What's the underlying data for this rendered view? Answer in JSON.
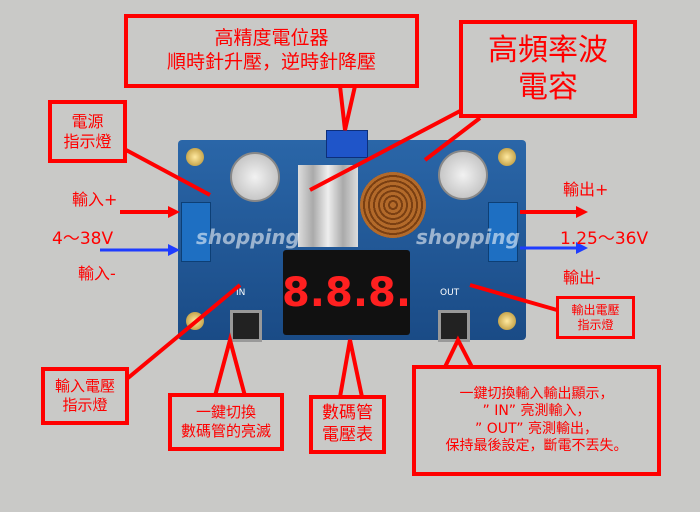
{
  "callouts": {
    "potentiometer": {
      "line1": "高精度電位器",
      "line2": "順時針升壓，逆時針降壓"
    },
    "capacitor": {
      "line1": "高頻率波",
      "line2": "電容"
    },
    "power_led": {
      "line1": "電源",
      "line2": "指示燈"
    },
    "input_led": {
      "line1": "輸入電壓",
      "line2": "指示燈"
    },
    "display_toggle": {
      "line1": "一鍵切換",
      "line2": "數碼管的亮滅"
    },
    "voltmeter": {
      "line1": "數碼管",
      "line2": "電壓表"
    },
    "output_led": {
      "line1": "輸出電壓",
      "line2": "指示燈"
    },
    "mode_switch": {
      "line1": "一鍵切換輸入輸出顯示，",
      "line2": "” IN” 亮測輸入，",
      "line3": "” OUT” 亮測輸出，",
      "line4": "保持最後設定，斷電不丟失。"
    }
  },
  "terminals": {
    "input_plus": "輸入+",
    "input_range": "4～38V",
    "input_minus": "輸入-",
    "output_plus": "輸出+",
    "output_range": "1.25～36V",
    "output_minus": "輸出-"
  },
  "board": {
    "display_reading": "8.8.8.",
    "in_label": "IN",
    "out_label": "OUT",
    "watermark": "shopping"
  },
  "colors": {
    "annotation": "#ff0000",
    "input_arrow_neg": "#1e3cff",
    "board": "#1d4f8a"
  }
}
